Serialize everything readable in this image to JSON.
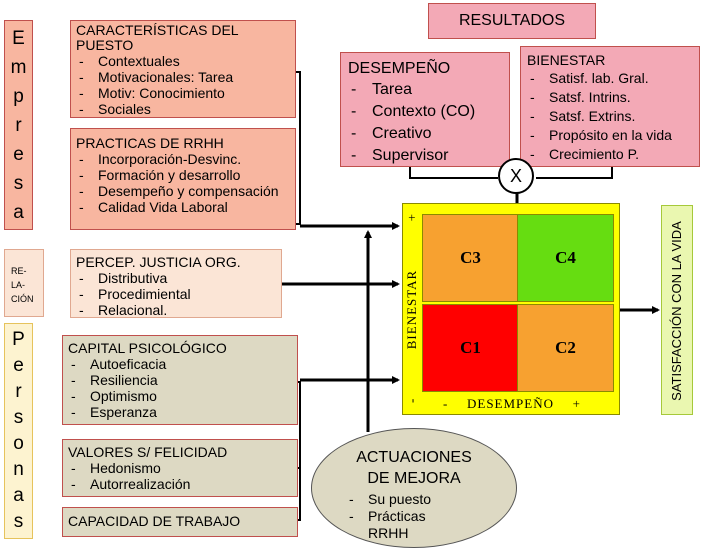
{
  "side_labels": {
    "empresa": [
      "E",
      "m",
      "p",
      "r",
      "e",
      "s",
      "a"
    ],
    "relacion": [
      "RE-",
      "LA-",
      "CIÓN"
    ],
    "personas": [
      "P",
      "e",
      "r",
      "s",
      "o",
      "n",
      "a",
      "s"
    ]
  },
  "caracteristicas": {
    "title": "CARACTERÍSTICAS DEL\nPUESTO",
    "items": [
      "Contextuales",
      "Motivacionales: Tarea",
      "Motiv: Conocimiento",
      "Sociales"
    ]
  },
  "practicas": {
    "title": "PRACTICAS DE RRHH",
    "items": [
      "Incorporación-Desvinc.",
      "Formación y desarrollo",
      "Desempeño y compensación",
      "Calidad Vida Laboral"
    ]
  },
  "justicia": {
    "title": "PERCEP. JUSTICIA ORG.",
    "items": [
      "Distributiva",
      "Procedimiental",
      "Relacional."
    ]
  },
  "capital": {
    "title": "CAPITAL PSICOLÓGICO",
    "items": [
      "Autoeficacia",
      "Resiliencia",
      "Optimismo",
      "Esperanza"
    ]
  },
  "valores": {
    "title": "VALORES S/ FELICIDAD",
    "items": [
      "Hedonismo",
      "Autorrealización"
    ]
  },
  "capacidad": {
    "title": "CAPACIDAD DE TRABAJO"
  },
  "resultados": {
    "title": "RESULTADOS"
  },
  "desempeno": {
    "title": "DESEMPEÑO",
    "items": [
      "Tarea",
      "Contexto (CO)",
      "Creativo",
      "Supervisor"
    ]
  },
  "bienestar": {
    "title": "BIENESTAR",
    "items": [
      "Satisf. lab. Gral.",
      "Satsf. Intrins.",
      "Satsf. Extrins.",
      "Propósito en la vida",
      "Crecimiento P."
    ]
  },
  "multiply_symbol": "X",
  "matrix": {
    "quadrants": {
      "c3": "C3",
      "c4": "C4",
      "c1": "C1",
      "c2": "C2"
    },
    "y_axis": {
      "minus": "-",
      "label": "BIENESTAR",
      "plus": "+"
    },
    "x_axis": {
      "minus": "-",
      "label": "DESEMPEÑO",
      "plus": "+"
    }
  },
  "satisfaccion": "SATISFACCIÓN CON LA VIDA",
  "actuaciones": {
    "title": "ACTUACIONES\nDE MEJORA",
    "items": [
      "Su puesto",
      "Prácticas RRHH"
    ]
  },
  "colors": {
    "salmon": "#f8b6a0",
    "peach": "#fbe5d6",
    "cream": "#fdf3d0",
    "khaki": "#ddd9c3",
    "pink": "#f3a9b6",
    "yellow": "#ffff00",
    "red": "#ff0000",
    "orange": "#f7a130",
    "green": "#66dd11",
    "light_green": "#eaf7b0",
    "ellipse": "#ddd9c3"
  }
}
